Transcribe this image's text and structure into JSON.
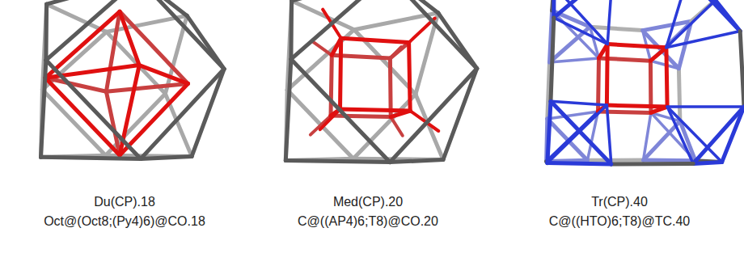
{
  "diagram": {
    "labels": [
      "Du(CP).18",
      "Oct@(Oct8;(Py4)6)@CO.18",
      "Med(CP).20",
      "C@((AP4)6;T8)@CO.20",
      "Tr(CP).40",
      "C@((HTO)6;T8)@TC.40"
    ]
  }
}
